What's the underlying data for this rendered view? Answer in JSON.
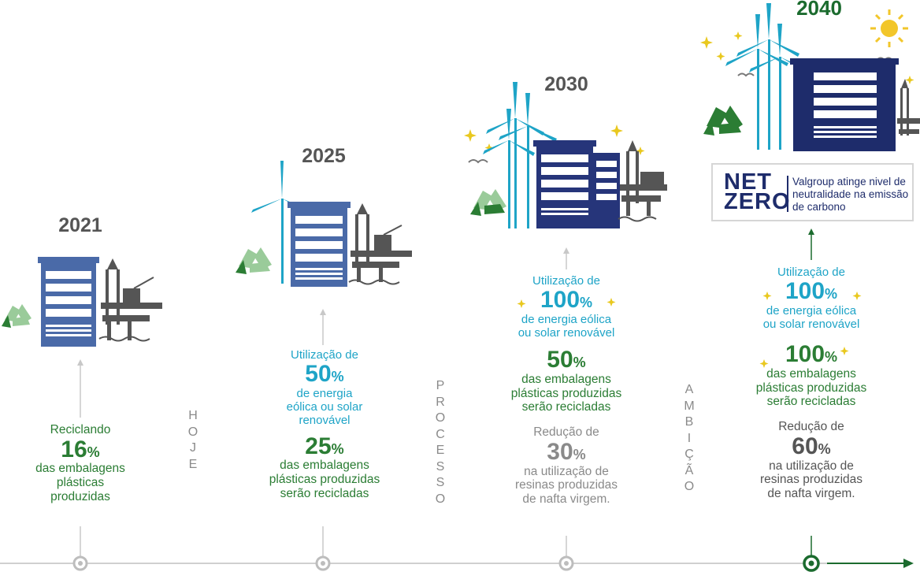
{
  "timeline": {
    "phases": [
      "H",
      "O",
      "J",
      "E"
    ],
    "phase_hoje": [
      "H",
      "O",
      "J",
      "E"
    ],
    "phase_processo": [
      "P",
      "R",
      "O",
      "C",
      "E",
      "S",
      "S",
      "O"
    ],
    "phase_ambicao": [
      "A",
      "M",
      "B",
      "I",
      "Ç",
      "Ã",
      "O"
    ]
  },
  "y2021": {
    "year": "2021",
    "line1": "Reciclando",
    "value": "16",
    "pct": "%",
    "line2": "das embalagens",
    "line3": "plásticas",
    "line4": "produzidas"
  },
  "y2025": {
    "year": "2025",
    "energy_intro": "Utilização de",
    "energy_value": "50",
    "pct": "%",
    "energy_l1": "de energia",
    "energy_l2": "eólica ou solar",
    "energy_l3": "renovável",
    "recycle_value": "25",
    "recycle_l1": "das embalagens",
    "recycle_l2": "plásticas produzidas",
    "recycle_l3": "serão recicladas"
  },
  "y2030": {
    "year": "2030",
    "energy_intro": "Utilização de",
    "energy_value": "100",
    "pct": "%",
    "energy_l1": "de energia eólica",
    "energy_l2": "ou solar renovável",
    "recycle_value": "50",
    "recycle_l1": "das embalagens",
    "recycle_l2": "plásticas produzidas",
    "recycle_l3": "serão recicladas",
    "reduction_intro": "Redução de",
    "reduction_value": "30",
    "reduction_l1": "na utilização de",
    "reduction_l2": "resinas produzidas",
    "reduction_l3": "de nafta virgem."
  },
  "y2040": {
    "year": "2040",
    "netzero_logo_l1": "NET",
    "netzero_logo_l2": "ZERO",
    "netzero_text": "Valgroup atinge nivel de neutralidade na emissão de carbono",
    "energy_intro": "Utilização de",
    "energy_value": "100",
    "pct": "%",
    "energy_l1": "de energia eólica",
    "energy_l2": "ou solar renovável",
    "recycle_value": "100",
    "recycle_l1": "das embalagens",
    "recycle_l2": "plásticas produzidas",
    "recycle_l3": "serão recicladas",
    "reduction_intro": "Redução de",
    "reduction_value": "60",
    "reduction_l1": "na utilização de",
    "reduction_l2": "resinas produzidas",
    "reduction_l3": "de nafta virgem."
  },
  "colors": {
    "building_2021": "#4a6aa8",
    "building_2025": "#4a6aa8",
    "building_2030": "#26357a",
    "building_2040": "#1e2c6b",
    "turbine": "#1ea4c7",
    "recycle_light": "#9acb9a",
    "recycle_dark": "#2b7d34",
    "oil_rig": "#555555",
    "sparkle": "#e9c81f",
    "sun": "#f2c62a",
    "timeline": "#bdbdbd",
    "final_node": "#1b6b2e"
  }
}
